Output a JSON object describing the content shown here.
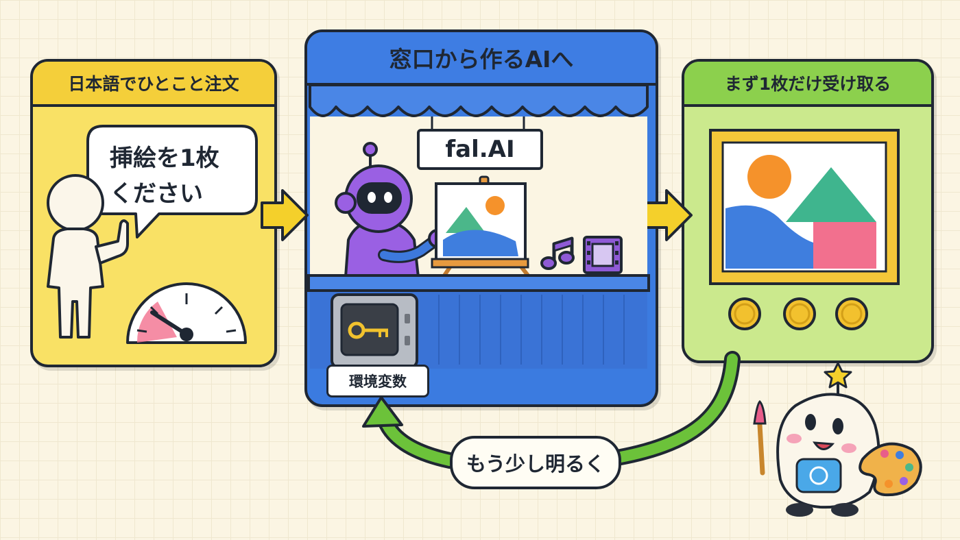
{
  "panels": {
    "order": {
      "title": "日本語でひとこと注文",
      "bubble_lines": [
        "挿絵を1枚",
        "ください"
      ]
    },
    "shop": {
      "title": "窓口から作るAIへ",
      "sign": "fal.AI",
      "vault_label": "環境変数"
    },
    "result": {
      "title": "まず1枚だけ受け取る"
    }
  },
  "feedback": {
    "label": "もう少し明るく"
  },
  "colors": {
    "order_bg": "#f9e165",
    "shop_bg": "#3b7be0",
    "result_bg": "#cbe98d",
    "feedback_arrow": "#6cc23a",
    "flow_arrow": "#f4d02b"
  },
  "icons": [
    "person-icon",
    "speedometer-icon",
    "robot-icon",
    "easel-icon",
    "music-note-icon",
    "film-icon",
    "safe-key-icon",
    "framed-picture-icon",
    "coin-icon",
    "mascot-icon",
    "paintbrush-icon",
    "palette-icon"
  ]
}
